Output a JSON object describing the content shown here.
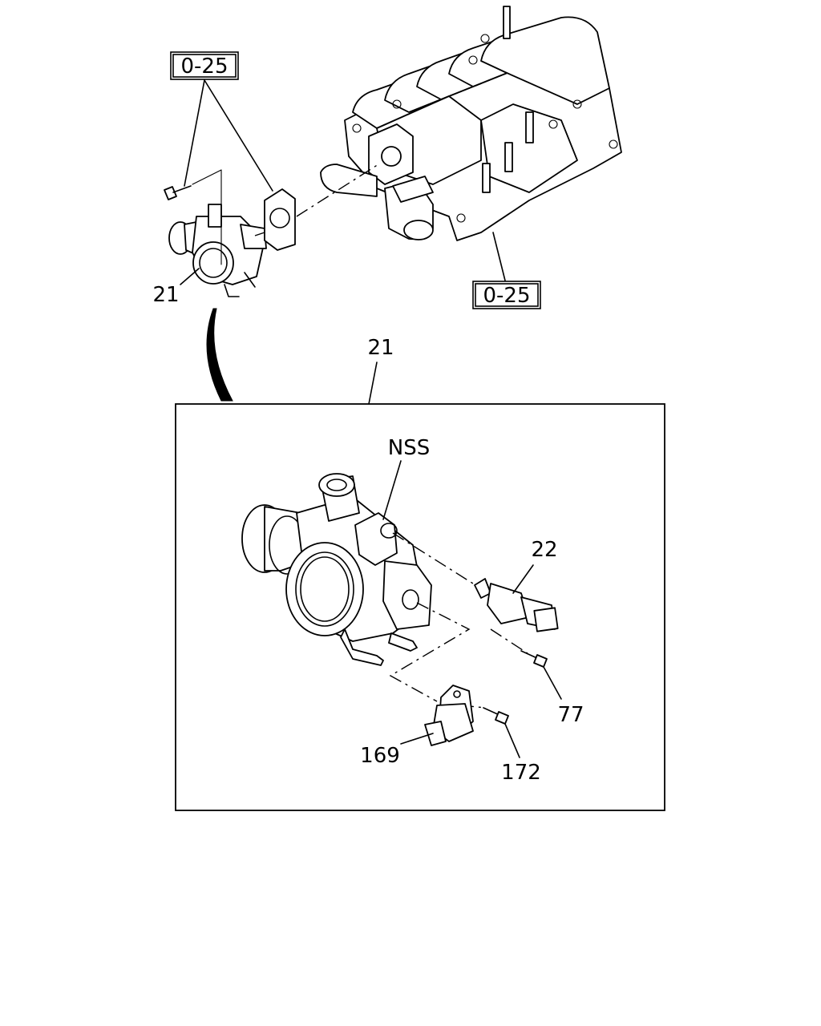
{
  "refs": {
    "ref_top": "0-25",
    "ref_mid": "0-25"
  },
  "callouts": {
    "throttle_body_upper": "21",
    "detail_title": "21",
    "nss": "NSS",
    "idle_air_control": "22",
    "screw_77": "77",
    "sensor_169": "169",
    "screw_172": "172"
  }
}
